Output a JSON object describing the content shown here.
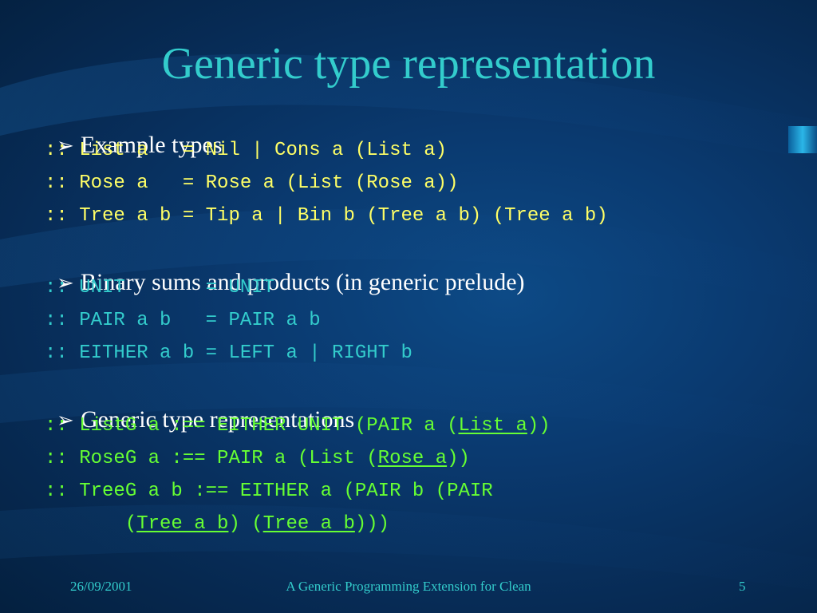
{
  "slide": {
    "title": "Generic type representation",
    "bullet_glyph": "➢",
    "sections": [
      {
        "heading": "Example types",
        "lines": [
          ":: List a   = Nil | Cons a (List a)",
          ":: Rose a   = Rose a (List (Rose a))",
          ":: Tree a b = Tip a | Bin b (Tree a b) (Tree a b)"
        ]
      },
      {
        "heading": "Binary sums and products (in generic prelude)",
        "lines": [
          ":: UNIT       = UNIT",
          ":: PAIR a b   = PAIR a b",
          ":: EITHER a b = LEFT a | RIGHT b"
        ]
      },
      {
        "heading": "Generic type representations",
        "lines": [
          {
            "pre": ":: ListG a :== EITHER UNIT (PAIR a (",
            "u": "List a",
            "post": "))"
          },
          {
            "pre": ":: RoseG a :== PAIR a (List (",
            "u": "Rose a",
            "post": "))"
          },
          {
            "pre": ":: TreeG a b :== EITHER a (PAIR b (PAIR"
          },
          {
            "pre": "       (",
            "u": "Tree a b",
            "mid": ") (",
            "u2": "Tree a b",
            "post": ")))"
          }
        ]
      }
    ]
  },
  "footer": {
    "date": "26/09/2001",
    "title": "A Generic Programming Extension for Clean",
    "page": "5"
  },
  "colors": {
    "title": "#33cccc",
    "example_code": "#ffff66",
    "prelude_code": "#33cccc",
    "representation_code": "#66ff33",
    "heading_text": "#ffffff"
  }
}
